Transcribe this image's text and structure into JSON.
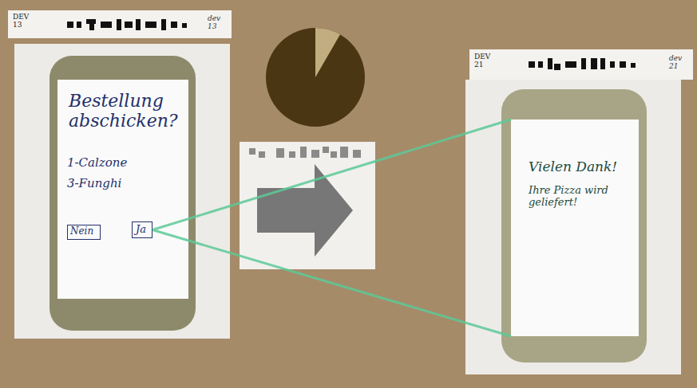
{
  "diagram": {
    "nodes": [
      {
        "text": [
          "DEV 13",
          "dev 13"
        ]
      },
      {
        "text": [
          "Bestellung abschicken?",
          "1-Calzone",
          "3-Funghi"
        ]
      },
      {
        "text": [
          "Nein"
        ],
        "in": 1
      },
      {
        "text": [
          "Ja"
        ],
        "in": 1
      },
      {
        "text": [
          "DEV 21",
          "dev 21"
        ]
      },
      {
        "text": [
          "Vielen Dank!",
          "Ihre Pizza wird geliefert!"
        ]
      }
    ],
    "edges": [
      {
        "from": 3,
        "to": 5,
        "arrow": "none"
      }
    ]
  }
}
